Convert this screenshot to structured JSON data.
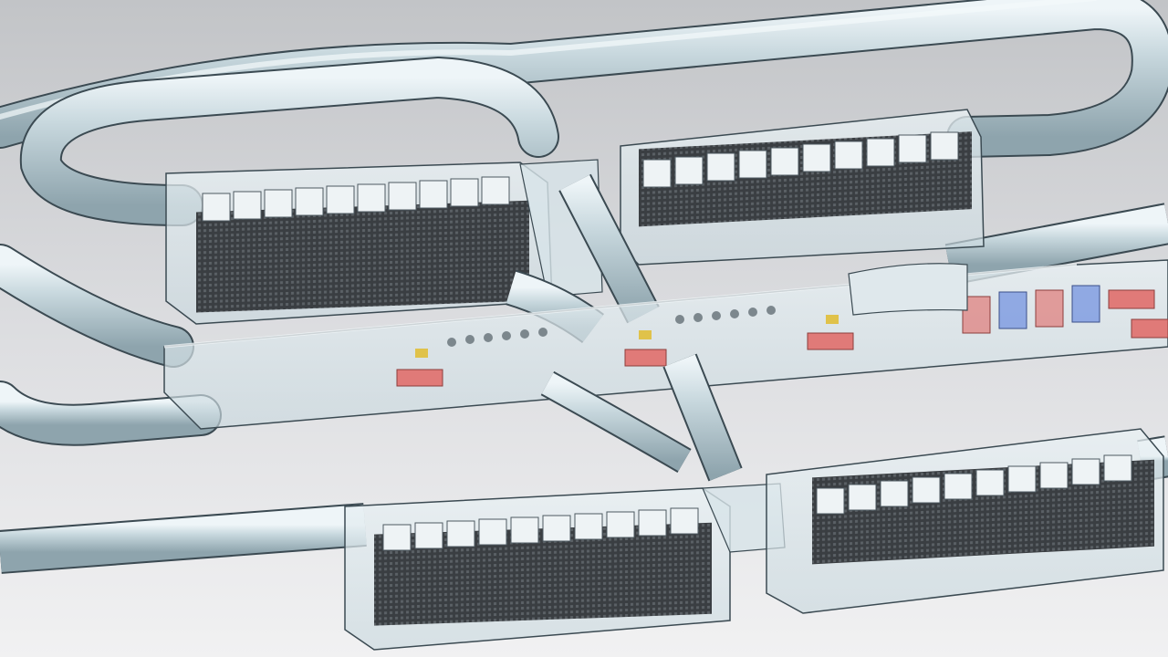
{
  "scene": {
    "background_top": "#c2c4c7",
    "background_bottom": "#f1f1f2",
    "tube_fill": "#c3d2d8",
    "tube_highlight": "#e9f1f4",
    "tube_edge": "#3b4a52",
    "cavern_glass": "#e3edf1",
    "rack_dark": "#3c4044",
    "unit_red": "#e07a78",
    "unit_blue": "#6d8fe0",
    "unit_yellow": "#e0c24a"
  },
  "objects": {
    "caverns": [
      {
        "name": "cavern-upper-left"
      },
      {
        "name": "cavern-upper-right"
      },
      {
        "name": "cavern-lower-left"
      },
      {
        "name": "cavern-lower-right"
      }
    ],
    "main_hall": {
      "name": "central-hall"
    },
    "tunnels": [
      {
        "name": "loop-tunnel-top"
      },
      {
        "name": "loop-tunnel-right"
      },
      {
        "name": "loop-tunnel-left"
      },
      {
        "name": "access-tunnel-left"
      },
      {
        "name": "access-tunnel-bottom-left"
      },
      {
        "name": "access-tunnel-right"
      },
      {
        "name": "diagonal-shaft-upper"
      },
      {
        "name": "diagonal-shaft-lower"
      }
    ]
  }
}
